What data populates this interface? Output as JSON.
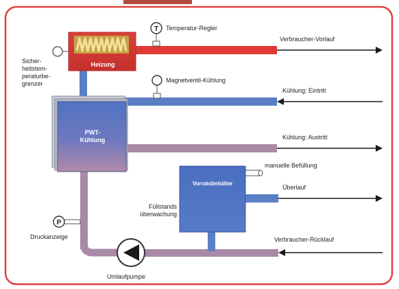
{
  "labels": {
    "temperatur_regler": "Temperatur-Regler",
    "verbraucher_vorlauf": "Verbraucher-Vorlauf",
    "heizung": "Heizung",
    "sicherheitstemperaturbegrenzer": "Sicher-\nheitstem-\nperaturbe-\ngrenzer",
    "magnetventil_kuehlung": "Magnetventil-Kühlung",
    "kuehlung_eintritt": "Kühlung: Eintritt",
    "pwt_kuehlung": "PWT-\nKühlung",
    "kuehlung_austritt": "Kühlung: Austritt",
    "manuelle_befuellung": "manuelle Befüllung",
    "vorratsbehaelter": "Vorratsbehälter",
    "ueberlauf": "Überlauf",
    "fuellstandsueberwachung": "Füllstands\nüberwachung",
    "druckanzeige": "Druckanzeige",
    "verbraucher_ruecklauf": "Verbraucher-Rücklauf",
    "umlaufpumpe": "Umlaufpumpe"
  },
  "symbols": {
    "temp_gauge": "T",
    "pressure_gauge": "P"
  },
  "colors": {
    "frame": "#e0413b",
    "hot": "#e03a35",
    "cold": "#5a7fc4",
    "mixed": "#a98aa6",
    "box_blue": "#4f73c3",
    "arrow": "#1a1a1a"
  }
}
